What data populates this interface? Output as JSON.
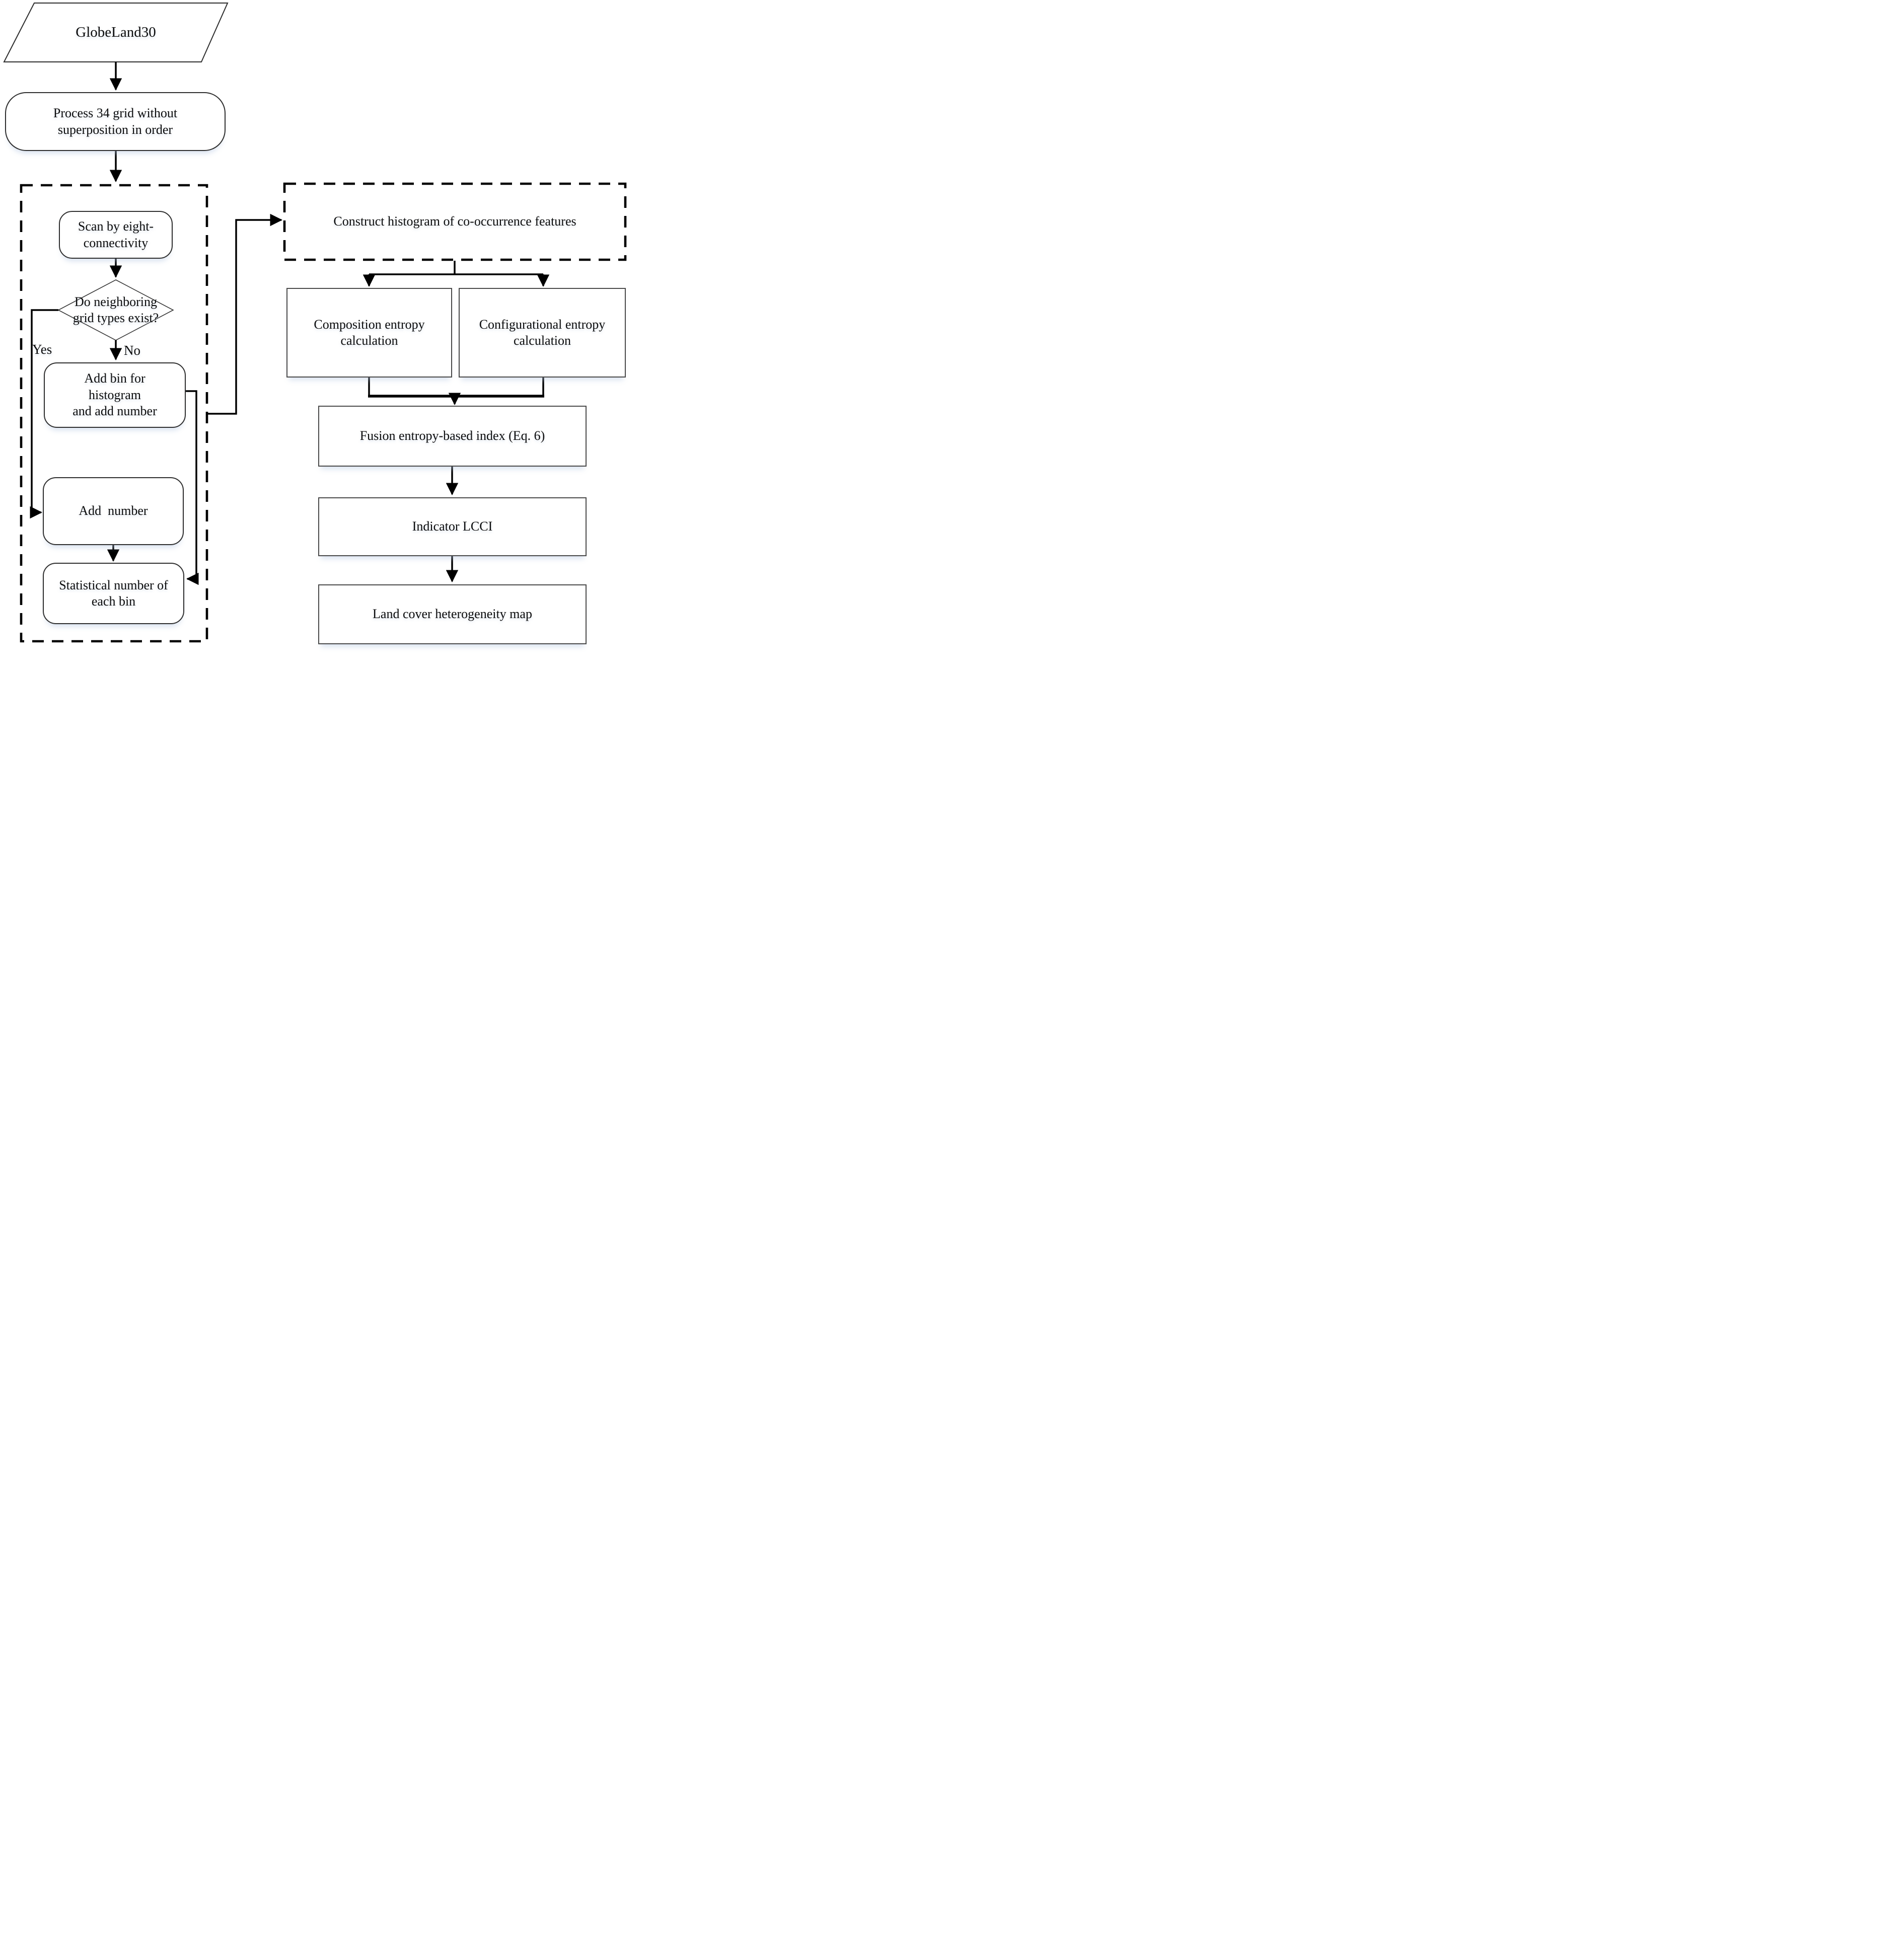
{
  "diagram": {
    "title_node": {
      "label": "GlobeLand30"
    },
    "nodes": {
      "process": {
        "label": "Process 34 grid without\nsuperposition in order"
      },
      "scan": {
        "label": "Scan by eight-\nconnectivity"
      },
      "decision": {
        "label": "Do neighboring\ngrid types exist?"
      },
      "add_bin": {
        "label": "Add bin for\nhistogram\nand add number"
      },
      "add_number": {
        "label": "Add  number"
      },
      "statistical": {
        "label": "Statistical number of\neach bin"
      },
      "construct": {
        "label": "Construct histogram of co-occurrence features"
      },
      "composition": {
        "label": "Composition entropy\ncalculation"
      },
      "configurational": {
        "label": "Configurational entropy\ncalculation"
      },
      "fusion": {
        "label": "Fusion entropy-based index (Eq. 6)"
      },
      "indicator": {
        "label": "Indicator LCCI"
      },
      "landcover": {
        "label": "Land cover heterogeneity map"
      }
    },
    "edge_labels": {
      "yes": "Yes",
      "no": "No"
    },
    "colors": {
      "line": "#000000",
      "thin_border": "#2e2e2e",
      "rect_border": "#4a4a4a",
      "background": "#ffffff"
    }
  }
}
